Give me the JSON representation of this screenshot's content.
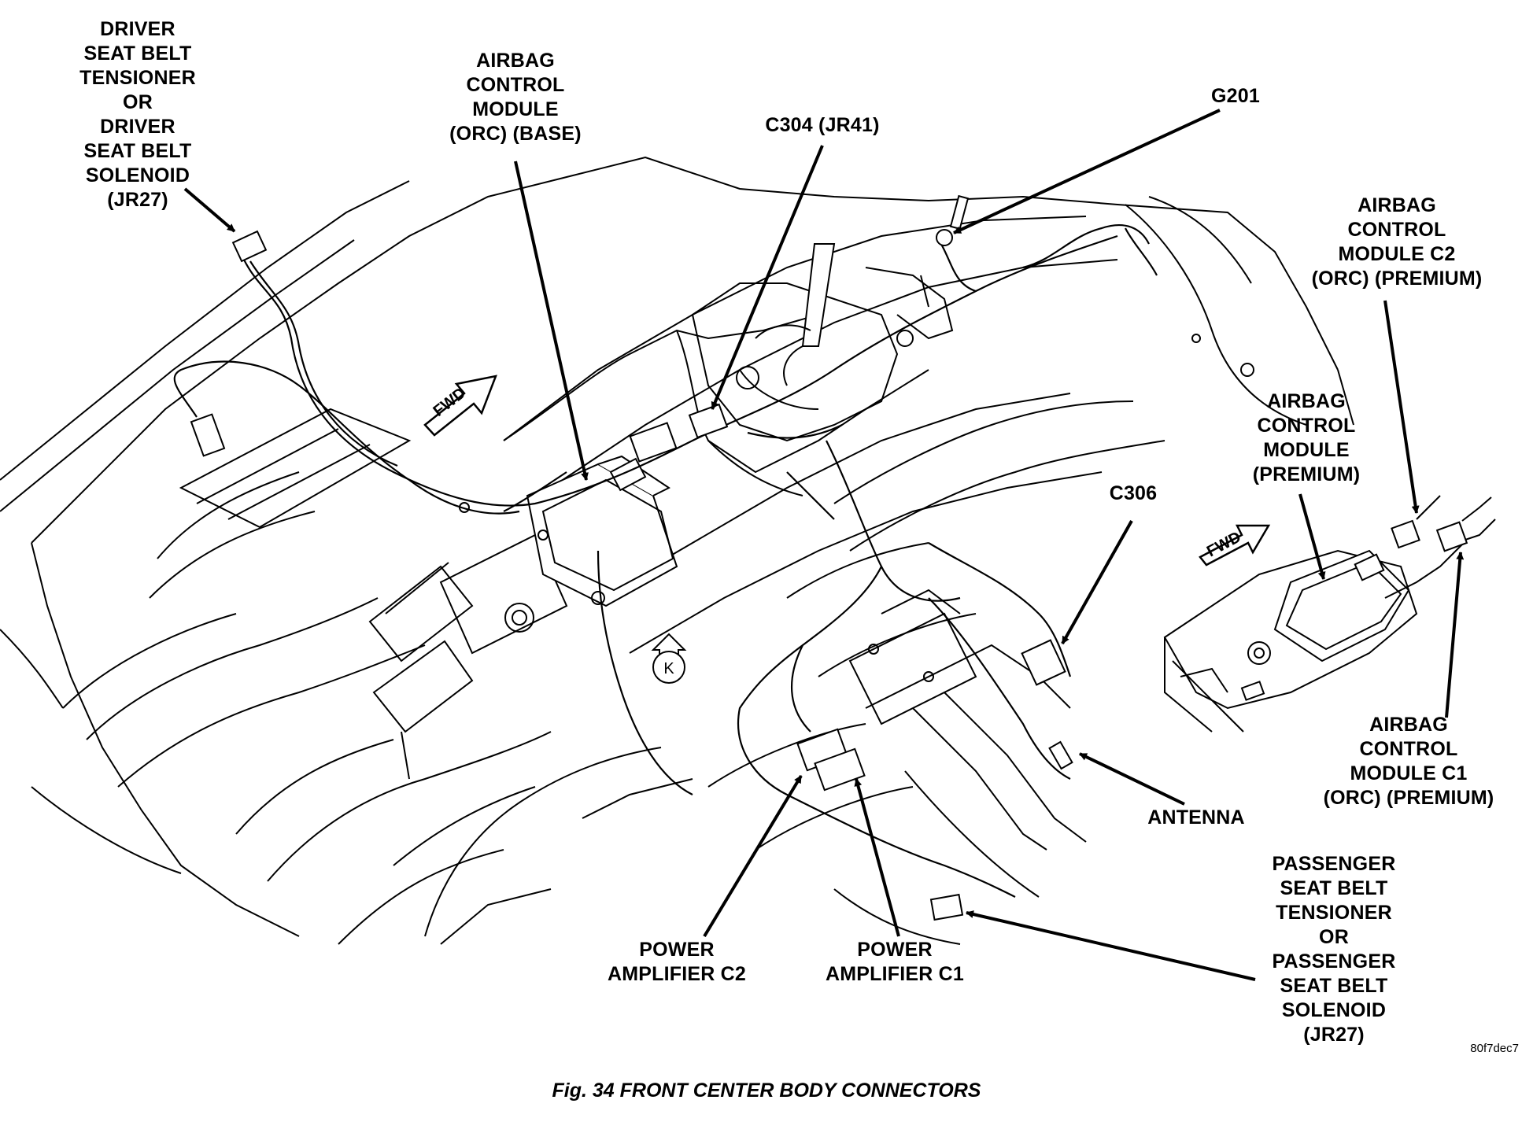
{
  "labels": {
    "driver_seat_belt": "DRIVER\nSEAT BELT\nTENSIONER\nOR\nDRIVER\nSEAT BELT\nSOLENOID\n(JR27)",
    "acm_base": "AIRBAG\nCONTROL\nMODULE\n(ORC) (BASE)",
    "c304": "C304 (JR41)",
    "g201": "G201",
    "acm_c2_premium": "AIRBAG\nCONTROL\nMODULE C2\n(ORC) (PREMIUM)",
    "acm_premium": "AIRBAG\nCONTROL\nMODULE\n(PREMIUM)",
    "c306": "C306",
    "acm_c1_premium": "AIRBAG\nCONTROL\nMODULE C1\n(ORC) (PREMIUM)",
    "antenna": "ANTENNA",
    "passenger_seat_belt": "PASSENGER\nSEAT BELT\nTENSIONER\nOR\nPASSENGER\nSEAT BELT\nSOLENOID\n(JR27)",
    "power_amp_c2": "POWER\nAMPLIFIER C2",
    "power_amp_c1": "POWER\nAMPLIFIER C1"
  },
  "fwd_label": "FWD",
  "inset_fwd_label": "FWD",
  "k_label": "K",
  "figure_id": "80f7dec7",
  "caption": "Fig. 34 FRONT CENTER BODY CONNECTORS"
}
